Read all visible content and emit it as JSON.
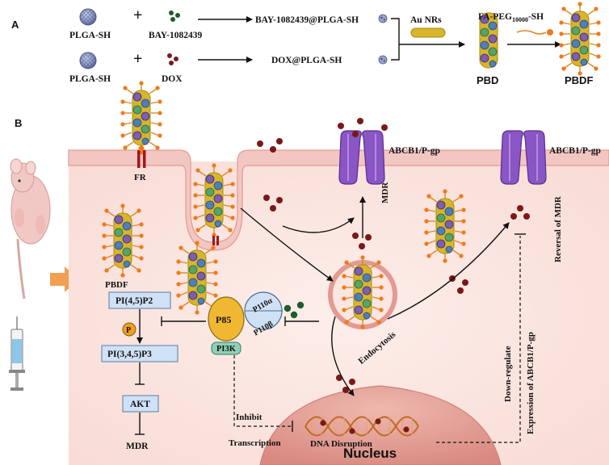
{
  "panel_a": {
    "label": "A",
    "row1": {
      "left": "PLGA-SH",
      "right": "BAY-1082439",
      "product": "BAY-1082439@PLGA-SH"
    },
    "row2": {
      "left": "PLGA-SH",
      "right": "DOX",
      "product": "DOX@PLGA-SH"
    },
    "reagent1": "Au NRs",
    "reagent2": {
      "prefix": "FA-PEG",
      "subscript": "10000",
      "suffix": "-SH"
    },
    "result1": "PBD",
    "result2": "PBDF"
  },
  "panel_b": {
    "label": "B",
    "pathway": [
      "PI(4,5)P2",
      "PI(3,4,5)P3",
      "AKT",
      "MDR"
    ],
    "phospho": "P",
    "pi3k": {
      "p85": "P85",
      "p110a": "P110α",
      "p110b": "P110β",
      "name": "PI3K"
    },
    "fr": "FR",
    "pbdf": "PBDF",
    "mdr_pump": "MDR",
    "abcb1_left": "ABCB1/P-gp",
    "abcb1_right": "ABCB1/P-gp",
    "reversal": "Reversal of MDR",
    "endocytosis": "Endocytosis",
    "down_regulate": "Down-regulate",
    "expression": "Expression of ABCB1/P-gp",
    "inhibit": "Inhibit",
    "transcription": "Transcription",
    "dna_disruption": "DNA Disruption",
    "nucleus": "Nucleus"
  },
  "colors": {
    "membrane": "#f2c7c1",
    "membrane_edge": "#e39a92",
    "cytoplasm": "#fbe6e1",
    "nucleus": "#e7a9a0",
    "pathway_box": "#cfe1f5",
    "pump": "#8a55c4",
    "drug": "#7a1818",
    "bay_drug": "#1f5c2e",
    "gold_rod": "#d9b52a",
    "arrow_orange": "#f0a050"
  }
}
